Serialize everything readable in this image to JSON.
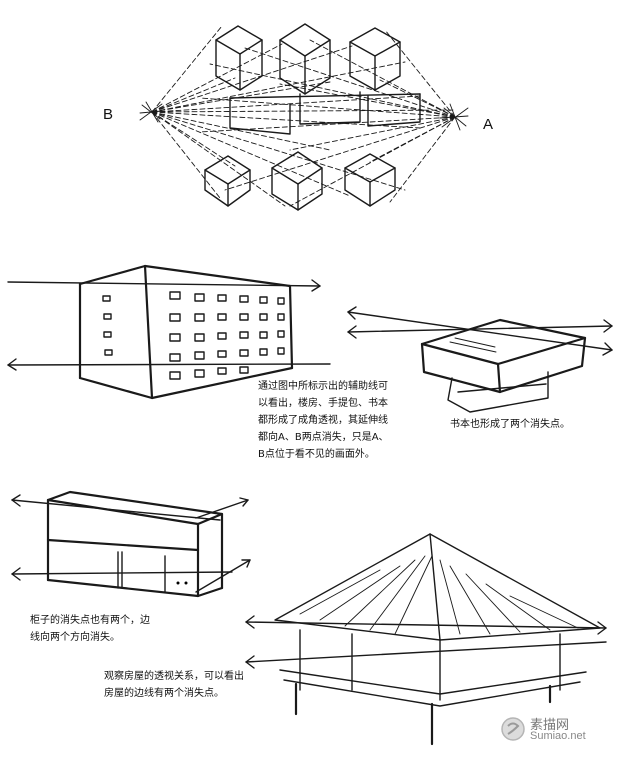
{
  "labels": {
    "b": "B",
    "a": "A"
  },
  "captions": {
    "building": "通过图中所标示出的辅助线可\n以看出，楼房、手提包、书本\n都形成了成角透视，其延伸线\n都向A、B两点消失，只是A、\nB点位于看不见的画面外。",
    "book": "书本也形成了两个消失点。",
    "cabinet": "柜子的消失点也有两个，边\n线向两个方向消失。",
    "house": "观察房屋的透视关系，可以看出\n房屋的边线有两个消失点。"
  },
  "watermark": {
    "name": "素描网",
    "url": "Sumiao.net"
  }
}
